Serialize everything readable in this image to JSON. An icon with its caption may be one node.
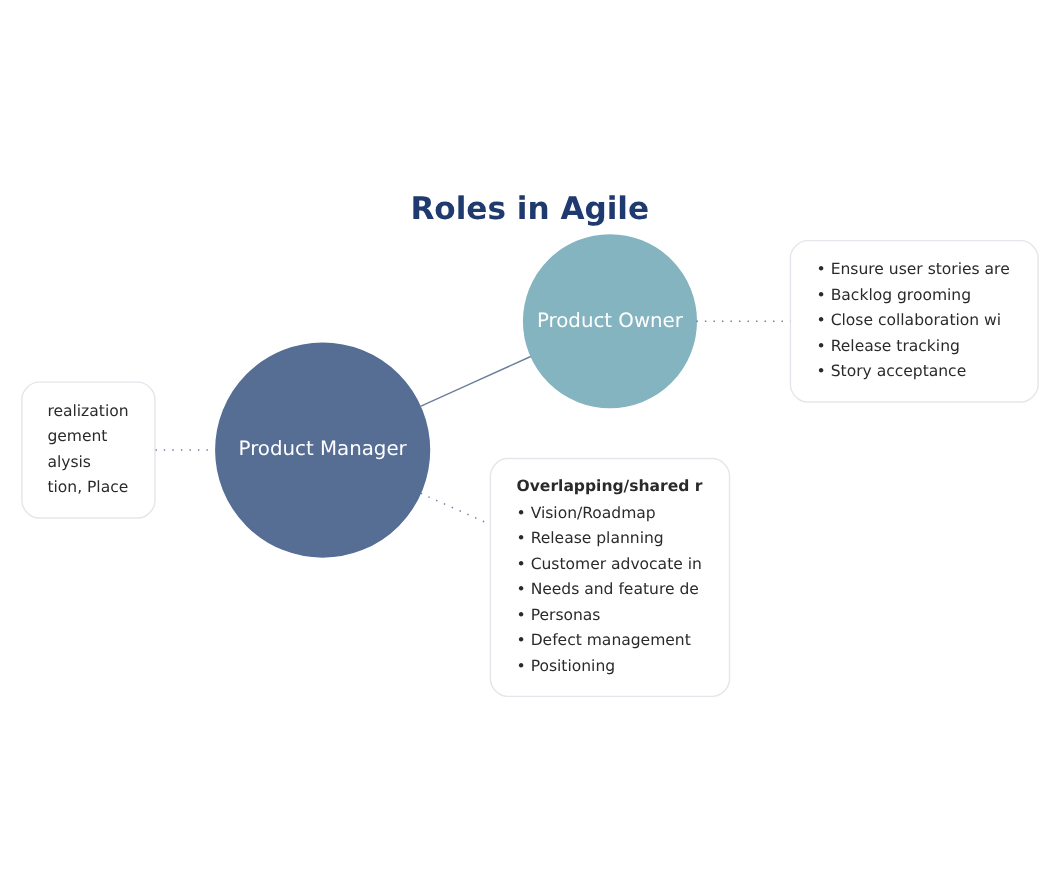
{
  "diagram": {
    "title": "Roles in Agile",
    "nodes": [
      {
        "text": [
          "realization",
          "gement",
          "alysis",
          "tion, Place"
        ]
      },
      {
        "text": [
          "Product Manager"
        ]
      },
      {
        "text": [
          "Product Owner"
        ]
      },
      {
        "text": [
          "Overlapping/shared r",
          "• Vision/Roadmap",
          "• Release planning",
          "• Customer advocate in",
          "• Needs and feature de",
          "• Personas",
          "• Defect management",
          "• Positioning"
        ]
      },
      {
        "text": [
          "• Ensure user stories are",
          "• Backlog grooming",
          "• Close collaboration wi",
          "• Release tracking",
          "• Story acceptance"
        ]
      }
    ],
    "edges": [
      {
        "from": 0,
        "to": 1,
        "arrow": "none",
        "style": "dashed"
      },
      {
        "from": 1,
        "to": 3,
        "arrow": "none",
        "style": "dashed"
      },
      {
        "from": 2,
        "to": 4,
        "arrow": "none",
        "style": "dashed"
      },
      {
        "from": 1,
        "to": 2,
        "arrow": "none"
      }
    ]
  }
}
